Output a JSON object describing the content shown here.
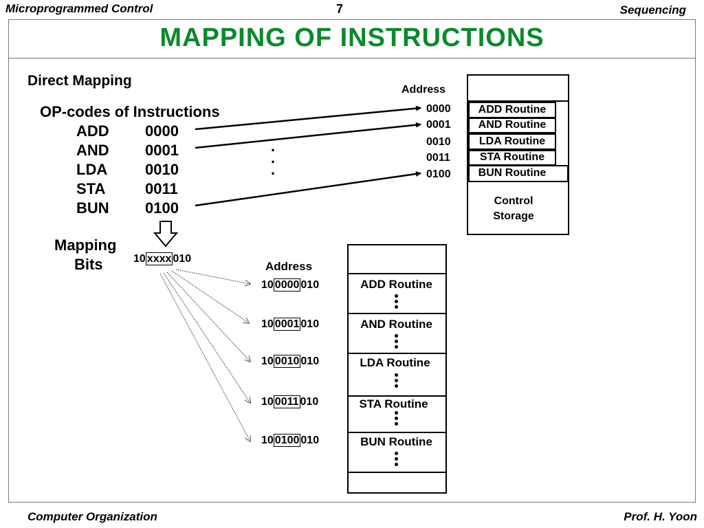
{
  "header": {
    "left": "Microprogrammed Control",
    "page_number": "7",
    "right": "Sequencing"
  },
  "title": "MAPPING  OF  INSTRUCTIONS",
  "footer": {
    "left": "Computer Organization",
    "right": "Prof.  H. Yoon"
  },
  "direct_mapping": {
    "heading": "Direct Mapping",
    "opcodes_heading": "OP-codes of Instructions",
    "instructions": [
      {
        "name": "ADD",
        "code": "0000"
      },
      {
        "name": "AND",
        "code": "0001"
      },
      {
        "name": "LDA",
        "code": "0010"
      },
      {
        "name": "STA",
        "code": "0011"
      },
      {
        "name": "BUN",
        "code": "0100"
      }
    ],
    "address_label": "Address",
    "addresses": [
      "0000",
      "0001",
      "0010",
      "0011",
      "0100"
    ],
    "routines": [
      "ADD Routine",
      "AND Routine",
      "LDA Routine",
      "STA Routine",
      "BUN Routine"
    ],
    "storage_label_line1": "Control",
    "storage_label_line2": "Storage",
    "ellipsis": "."
  },
  "mapping_bits": {
    "label_line1": "Mapping",
    "label_line2": "Bits",
    "pattern_prefix": "10",
    "pattern_field": "xxxx",
    "pattern_suffix": "010",
    "address_label": "Address",
    "entries": [
      {
        "prefix": "10",
        "field": "0000",
        "suffix": "010",
        "routine": "ADD Routine"
      },
      {
        "prefix": "10",
        "field": "0001",
        "suffix": "010",
        "routine": "AND Routine"
      },
      {
        "prefix": "10",
        "field": "0010",
        "suffix": "010",
        "routine": "LDA Routine"
      },
      {
        "prefix": "10",
        "field": "0011",
        "suffix": "010",
        "routine": "STA Routine"
      },
      {
        "prefix": "10",
        "field": "0100",
        "suffix": "010",
        "routine": "BUN Routine"
      }
    ]
  }
}
